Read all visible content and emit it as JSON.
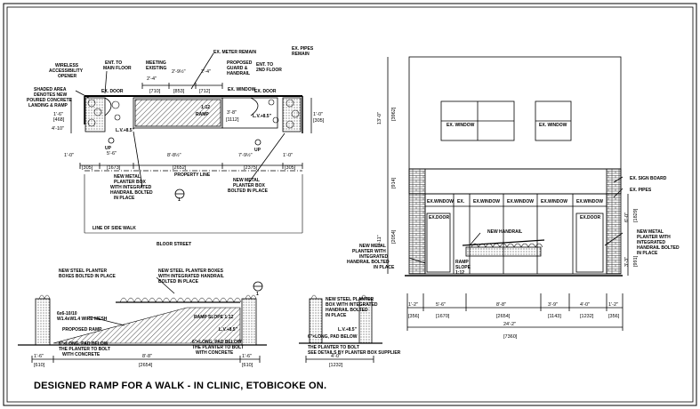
{
  "title": "DESIGNED RAMP FOR A WALK - IN CLINIC, ETOBICOKE ON.",
  "plan": {
    "labels": {
      "wireless": [
        "WIRELESS",
        "ACCESSIBILITY",
        "OPENER"
      ],
      "shaded": [
        "SHADED AREA",
        "DENOTES NEW",
        "POURED CONCRETE",
        "LANDING & RAMP"
      ],
      "ent_main": [
        "ENT. TO",
        "MAIN FLOOR"
      ],
      "meeting": [
        "MEETING",
        "EXISTING"
      ],
      "meter": "EX. METER REMAIN",
      "guard": [
        "PROPOSED",
        "GUARD &",
        "HANDRAIL"
      ],
      "ent_2nd": [
        "ENT. TO",
        "2ND FLOOR"
      ],
      "pipes": [
        "EX. PIPES",
        "REMAIN"
      ],
      "ex_door_l": "EX. DOOR",
      "ex_window": "EX. WINDOW",
      "ex_door_r": "EX. DOOR",
      "ramp": "RAMP",
      "slope": "1:12",
      "planter_l": [
        "NEW METAL",
        "PLANTER BOX",
        "WITH INTEGRATED",
        "HANDRAIL BOLTED",
        "IN PLACE"
      ],
      "property_line": "PROPERTY LINE",
      "planter_r": [
        "NEW METAL",
        "PLANTER BOX",
        "BOLTED IN PLACE"
      ],
      "sidewalk": "LINE OF SIDE WALK",
      "street": "BLOOR STREET",
      "up_l": "UP",
      "up_r": "UP",
      "lvl_l": "L.V.+8.5\"",
      "lvl_r": "L.V.+8.5\"",
      "section_tag": "1"
    },
    "dims": {
      "top1": "2'-4\"",
      "top2": "2'-9½\"",
      "top3": "2'-4\"",
      "top1m": "[710]",
      "top2m": "[853]",
      "top3m": "[712]",
      "left1": "1'-6\"",
      "left1m": "[468]",
      "left2": "4'-10\"",
      "right1": "3'-8\"",
      "right1m": "[1112]",
      "right2": "1'-0\"",
      "right2m": "[305]",
      "b1": "5'-6\"",
      "b2": "8'-8½\"",
      "b3": "7'-9½\"",
      "b4": "1'-0\"",
      "b0": "1'-0\"",
      "b0m": "[305]",
      "b1m": "[1673]",
      "b2m": "[2652]",
      "b3m": "[2375]",
      "b4m": "[305]"
    }
  },
  "elevation": {
    "labels": {
      "ex_window": "EX. WINDOW",
      "sign": "EX. SIGN BOARD",
      "pipes": "EX. PIPES",
      "store_windows": [
        "EX.WINDOW",
        "EX.",
        "EX.WINDOW",
        "EX.WINDOW",
        "EX.WINDOW",
        "EX.WINDOW"
      ],
      "ex_door_l": "EX.DOOR",
      "ex_door_r": "EX.DOOR",
      "handrail": "NEW HANDRAIL",
      "planter_l": [
        "NEW METAL",
        "PLANTER WITH",
        "INTEGRATED",
        "HANDRAIL BOLTED",
        "IN PLACE"
      ],
      "planter_r": [
        "NEW METAL",
        "PLANTER WITH",
        "INTEGRATED",
        "HANDRAIL BOLTED",
        "IN PLACE"
      ],
      "ramp": [
        "RAMP",
        "SLOPE",
        "1:12"
      ]
    },
    "dims": {
      "h1": "13'-0\"",
      "h1m": "[3962]",
      "h2": "[914]",
      "h3": "6'-11\"",
      "h3m": "[2054]",
      "r1": "6'-0\"",
      "r1m": "[1829]",
      "r2": "3'-3\"",
      "r2m": "[991]",
      "b1": "1'-2\"",
      "b1m": "[356]",
      "b2": "5'-6\"",
      "b2m": "[1670]",
      "b3": "8'-8\"",
      "b3m": "[2654]",
      "b4": "3'-9\"",
      "b4m": "[1143]",
      "b5": "4'-0\"",
      "b5m": "[1232]",
      "b6": "1'-2\"",
      "b6m": "[356]",
      "total": "24'-2\"",
      "totalm": "[7360]"
    }
  },
  "section1": {
    "labels": {
      "steel_l": [
        "NEW STEEL PLANTER",
        "BOXES BOLTED IN PLACE"
      ],
      "steel_r": [
        "NEW STEEL PLANTER BOXES",
        "WITH INTEGRATED HANDRAIL",
        "BOLTED IN PLACE"
      ],
      "mesh": [
        "6x6-10/10",
        "W1.4xW1.4 WIRE MESH"
      ],
      "ramp": "PROPOSED RAMP",
      "slope": "RAMP SLOPE 1:12",
      "lvl": "L.V.+8.5\"",
      "dowel_l": [
        "6\"×LONG, PAD BELOW",
        "THE PLANTER TO BOLT",
        "WITH CONCRETE"
      ],
      "dowel_r": [
        "6\"×LONG, PAD BELOW",
        "THE PLANTER TO BOLT",
        "WITH CONCRETE"
      ],
      "tag": "1"
    },
    "dims": {
      "w1": "1'-6\"",
      "w2": "8'-8\"",
      "w3": "1'-6\"",
      "w1m": "[610]",
      "w2m": "[2654]",
      "w3m": "[610]"
    }
  },
  "section2": {
    "labels": {
      "notes": [
        "NEW STEEL PLANTER",
        "BOX WITH INTEGRATED",
        "HANDRAIL BOLTED",
        "IN PLACE"
      ],
      "lvl": "L.V.+8.5\"",
      "dowel": [
        "6\"×LONG, PAD BELOW",
        "THE PLANTER TO BOLT",
        "SEE DETAILS BY PLANTER BOX SUPPLIER"
      ]
    },
    "dims": {
      "w": "4'-0\"",
      "wm": "[1232]"
    }
  }
}
